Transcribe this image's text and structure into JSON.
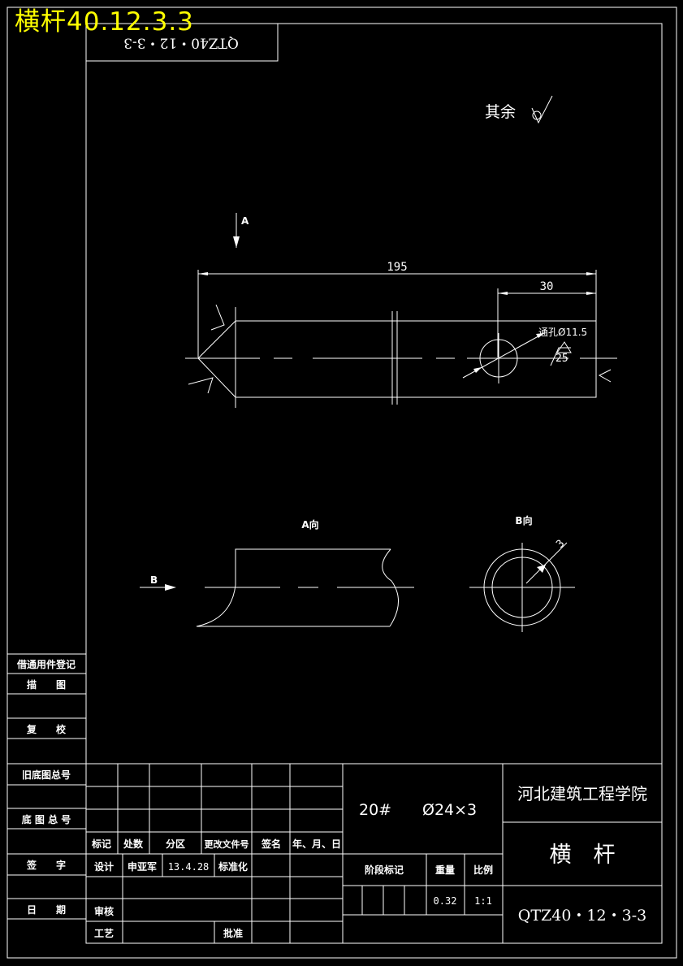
{
  "overlay_title": "横杆40.12.3.3",
  "mirrored_code": "QTZ40・12・3-3",
  "roughness_note": "其余",
  "view_label_top": "A",
  "dimensions": {
    "overall_length": "195",
    "hole_offset": "30",
    "hole_note": "通孔Ø11.5",
    "surface_value": "25",
    "wall_thickness": "3"
  },
  "view_labels": {
    "a_view": "A向",
    "b_view": "B向",
    "b_arrow": "B"
  },
  "left_column": {
    "borrow_register": "借通用件登记",
    "trace": "描　　图",
    "check": "复　　校",
    "old_base_no": "旧底图总号",
    "base_no": "底 图 总 号",
    "signature": "签　　字",
    "date": "日　　期"
  },
  "title_block": {
    "material": "20#",
    "material_spec": "Ø24×3",
    "institution": "河北建筑工程学院",
    "part_name": "横　杆",
    "drawing_no": "QTZ40・12・3-3",
    "revision_headers": [
      "标记",
      "处数",
      "分区",
      "更改文件号",
      "签名",
      "年、月、日"
    ],
    "design_label": "设计",
    "designer": "申亚军",
    "design_date": "13.4.28",
    "standardization": "标准化",
    "review": "审核",
    "process": "工艺",
    "approve": "批准",
    "stage_mark": "阶段标记",
    "weight_label": "重量",
    "scale_label": "比例",
    "weight": "0.32",
    "scale": "1:1"
  }
}
